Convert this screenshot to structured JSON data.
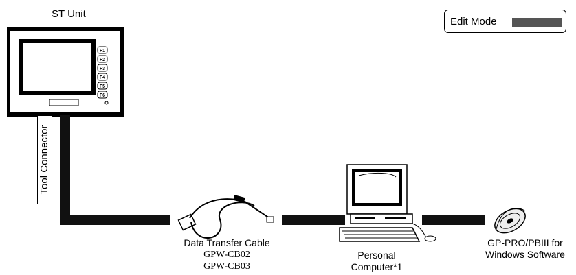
{
  "title": "ST Unit",
  "status_badge": {
    "label": "Edit Mode",
    "color": "#555555"
  },
  "tool_connector": "Tool Connector",
  "function_keys": [
    "F1",
    "F2",
    "F3",
    "F4",
    "F5",
    "F6"
  ],
  "cable": {
    "label": "Data Transfer Cable",
    "models": [
      "GPW-CB02",
      "GPW-CB03"
    ]
  },
  "computer": {
    "line1": "Personal",
    "line2": "Computer*1"
  },
  "software": {
    "line1": "GP-PRO/PBIII for",
    "line2": "Windows Software"
  }
}
